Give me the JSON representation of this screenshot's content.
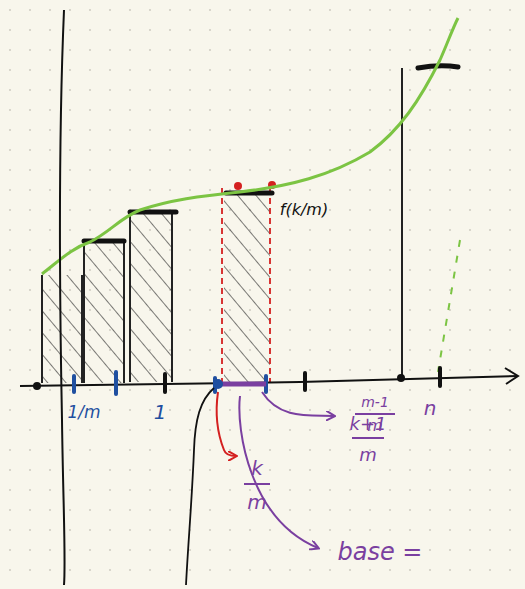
{
  "diagram": {
    "labels": [
      "1/m",
      "1",
      "f(k/m)",
      "k",
      "m",
      "k+1",
      "m",
      "base =",
      "m-1",
      "m",
      "n"
    ]
  }
}
